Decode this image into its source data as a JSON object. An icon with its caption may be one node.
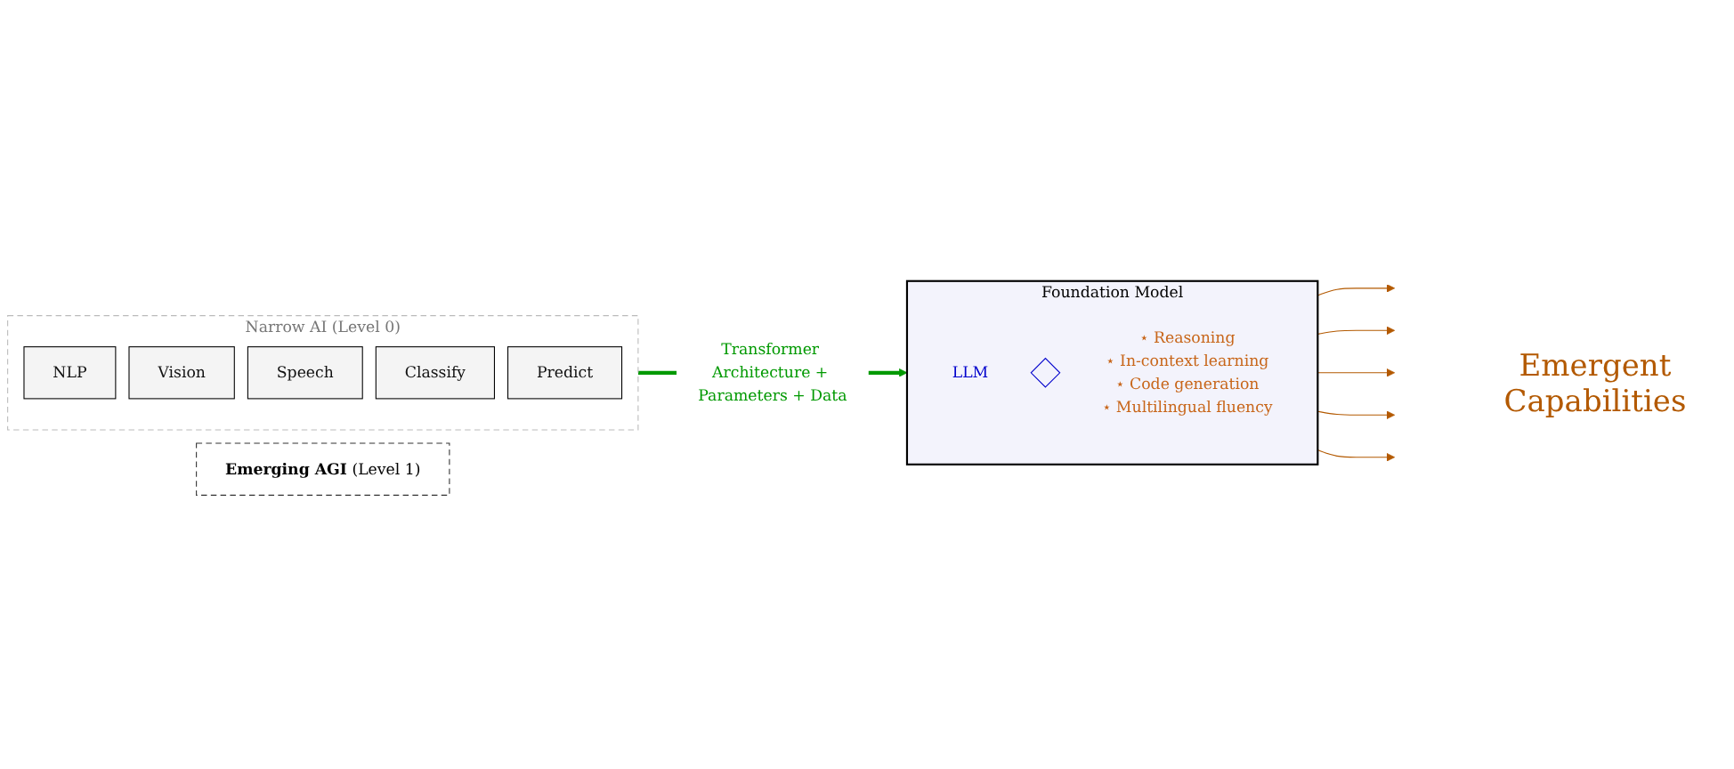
{
  "diagram": {
    "nodes": [
      {
        "text": [
          "Narrow AI (Level 0)"
        ]
      },
      {
        "text": [
          "NLP"
        ],
        "in": 0
      },
      {
        "text": [
          "Vision"
        ],
        "in": 0
      },
      {
        "text": [
          "Speech"
        ],
        "in": 0
      },
      {
        "text": [
          "Classify"
        ],
        "in": 0
      },
      {
        "text": [
          "Predict"
        ],
        "in": 0
      },
      {
        "text": [
          "Foundation Model"
        ]
      },
      {
        "text": [
          "LLM"
        ],
        "in": 6
      },
      {
        "text": [],
        "shape": "diamond",
        "in": 6
      },
      {
        "text": [
          "⋆ Reasoning",
          "⋆ In-context learning",
          "⋆ Code generation",
          "⋆ Multilingual fluency"
        ],
        "in": 6
      },
      {
        "text": [
          "**Emerging AGI** (Level 1)"
        ]
      }
    ],
    "edges": [
      {
        "from": 0,
        "to": 6,
        "arrow": "to",
        "label": "Transformer Architecture + Parameters + Data",
        "style": "thick",
        "color": "#009900"
      },
      {
        "from": 6,
        "to": null,
        "arrow": "to",
        "color": "#b35900"
      },
      {
        "from": 6,
        "to": null,
        "arrow": "to",
        "color": "#b35900"
      },
      {
        "from": 6,
        "to": null,
        "arrow": "to",
        "color": "#b35900"
      },
      {
        "from": 6,
        "to": null,
        "arrow": "to",
        "color": "#b35900"
      },
      {
        "from": 6,
        "to": null,
        "arrow": "to",
        "color": "#b35900"
      }
    ],
    "labels": [
      "Emergent Capabilities"
    ]
  }
}
